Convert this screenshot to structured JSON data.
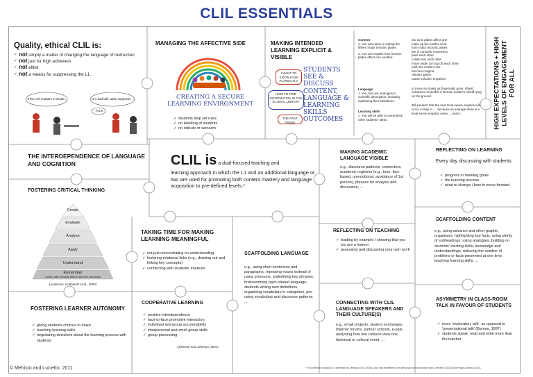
{
  "title": "CLIL ESSENTIALS",
  "side_banner": "HIGH EXPECTATIONS + HIGH LEVELS OF ENGAGEMENT FOR ALL",
  "quality": {
    "heading": "Quality, ethical CLIL is:",
    "items": [
      {
        "strong": "not",
        "rest": " simply a matter of changing the language of instruction"
      },
      {
        "strong": "not",
        "rest": " just for high achievers"
      },
      {
        "strong": "not",
        "rest": " elitist"
      },
      {
        "strong": "not",
        "rest": " a means for suppressing the L1."
      }
    ],
    "bubble_left": "If the cell mutates to divide...",
    "bubble_right": "It is bad talk cable supporter ...",
    "bubble_small": "TALK"
  },
  "affective": {
    "heading": "MANAGING THE AFFECTIVE SIDE",
    "art_title": "CREATING A SECURE LEARNING ENVIRONMENT",
    "items": [
      "students help set rules",
      "no labelling of students",
      "no ridicule or sarcasm"
    ]
  },
  "intended": {
    "heading": "MAKING INTENDED LEARNING EXPLICIT & VISIBLE",
    "note1": "I WANT TO KNOW HOW PLANES FLY",
    "note2": "HOW TO FIND INFORMATION IN THE SCHOOL LIBRARY",
    "note3": "THE PAST TENSE",
    "big_text": "STUDENTS SEE & DISCUSS CONTENT, LANGUAGE & LEARNING SKILLS OUTCOMES"
  },
  "content_col": {
    "content_label": "Content",
    "content1": "1. You can name in writing the fifteen major tectonic plates.",
    "content2": "2. You can explain how tectonic plates affect one another.",
    "language_label": "Language",
    "language1": "1. You can use analogies in scientific description, including explaining their limitations.",
    "skills_label": "Learning skills",
    "skills1": "1. You will be able to summarise other students' ideas."
  },
  "example_col": {
    "lines1": [
      "Six tonic plates affect one",
      "make up the earth's crust",
      "form major tectonic plates",
      "are in constant movement",
      "pass each other",
      "collide into each other",
      "move under (on top of) each other",
      "melt into molten rock",
      "become magma",
      "release gases",
      "cause volcanic eruptions"
    ],
    "line2": "to move as slowly as fingernails grow. Shield volcanoes resemble a Roman soldier's shield lying on the ground",
    "line3": "'Bill predicts that the next level seven eruption will occur in Italy in ..., because an average there is a level seven eruption every ... years.'"
  },
  "interdependence": {
    "heading": "THE INTERDEPENDENCE OF LANGUAGE AND COGNITION"
  },
  "critical": {
    "heading": "Fostering critical thinking",
    "levels": [
      "Create",
      "Evaluate",
      "Analyse",
      "Apply",
      "Understand",
      "Remember"
    ],
    "sub_caption": "Lower-order thinking skills in Bloom's taxonomy",
    "citation": "(Anderson, Krathwohl et al., 2000)"
  },
  "clil_is": {
    "big": "CLIL is",
    "lead": " a dual-focused teaching and",
    "rest": "learning approach in which the L1 and an additional language or two are used for promoting both content mastery and language acquisition to pre-defined levels.*"
  },
  "academic": {
    "heading": "MAKING ACADEMIC LANGUAGE VISIBLE",
    "body": "e.g., discourse patterns, connectors, academic registers (e.g., tone, fact-based, unemotional, avoidance of 1st person), phrases for analysis and discussion, ..."
  },
  "reflecting_learning": {
    "heading": "REFLECTING ON LEARNING",
    "intro": "Every day discussing with students:",
    "items": [
      "progress in meeting goals",
      "the learning process",
      "what to change / how to move forward."
    ]
  },
  "reflecting_teaching": {
    "heading": "REFLECTING ON TEACHING",
    "items": [
      "leading by example / showing that you too are a learner",
      "assessing and discussing your own work"
    ]
  },
  "time_meaningful": {
    "heading": "TAKING TIME FOR MAKING LEARNING MEANINGFUL",
    "items": [
      "not just concentrating on understanding",
      "fostering relational links (e.g., drawing out and linking key concepts)",
      "connecting with students' interests"
    ]
  },
  "scaff_lang": {
    "heading": "SCAFFOLDING LANGUAGE",
    "body": "e.g., using short sentences and paragraphs, repeating nouns instead of using pronouns, underlining key phrases, brainstorming topic-related language, students writing own definitions, organising vocabulary in categories, pre-using vocabulary and discourse patterns ..."
  },
  "scaff_content": {
    "heading": "SCAFFOLDING CONTENT",
    "body": "e.g., using advance and other graphic organisers; highlighting key facts; using plenty of subheadings; using analogies; building on students' existing skills, knowledge and understandings; reducing the number of problems or facts presented at one time; teaching learning skills, ..."
  },
  "cooperative": {
    "heading": "COOPERATIVE LEARNING",
    "items": [
      "positive interdependence",
      "face-to-face promotive interaction",
      "individual and group accountability",
      "interpersonal and small group skills",
      "group processing"
    ],
    "citation": "(Johnson and Johnson, 2001)"
  },
  "connecting": {
    "heading": "CONNECTING WITH CLIL LANGUAGE SPEAKERS AND THEIR CULTURE(S)",
    "body": "e.g., email projects, student exchanges, Internet forums, partner schools, e-pals, analysing how two cultures view one historical or cultural event, ..."
  },
  "autonomy": {
    "heading": "FOSTERING LEARNER AUTONOMY",
    "items": [
      "giving students choices to make",
      "teaching learning skills",
      "negotiating decisions about the learning process with students"
    ]
  },
  "asymmetry": {
    "heading": "ASYMMETRY IN CLASS-ROOM TALK IN FAVOUR OF STUDENTS",
    "items": [
      "more 'exploratory talk', as opposed to 'presentational talk' (Barnes, 1997)",
      "students speak, read and write more than the teacher"
    ]
  },
  "copyright": "© Mehisto and Lucietto, 2011",
  "footnote": "* This definition builds on a definition by Mehisto et al. (2008), and has benefitted from personal communication with Genesee (2010) and Frigols-Martín (2010)."
}
